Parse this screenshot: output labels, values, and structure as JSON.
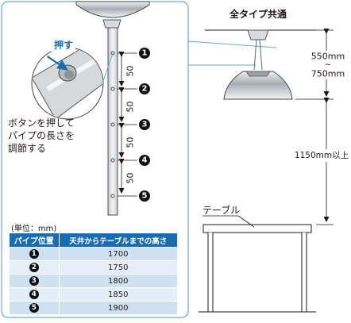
{
  "heading": "全タイプ共通",
  "push_label": "押す",
  "instruction": [
    "ボタンを押して",
    "パイプの長さを",
    "調節する"
  ],
  "step_label": "50",
  "positions": [
    "1",
    "2",
    "3",
    "4",
    "5"
  ],
  "dim_top": {
    "min": "550mm",
    "sep": "~",
    "max": "750mm"
  },
  "dim_bottom": "1150mm以上",
  "table_label": "テーブル",
  "table": {
    "unit": "(単位：mm)",
    "headers": [
      "パイプ位置",
      "天井からテーブルまでの高さ"
    ],
    "rows": [
      {
        "position": "1",
        "height": "1700"
      },
      {
        "position": "2",
        "height": "1750"
      },
      {
        "position": "3",
        "height": "1800"
      },
      {
        "position": "4",
        "height": "1850"
      },
      {
        "position": "5",
        "height": "1900"
      }
    ]
  },
  "colors": {
    "accent": "#1a6cb0",
    "panel_border": "#6aa7d6",
    "table_odd": "#cfe0f1",
    "table_even": "#e3eef8",
    "dimension": "#231815"
  }
}
